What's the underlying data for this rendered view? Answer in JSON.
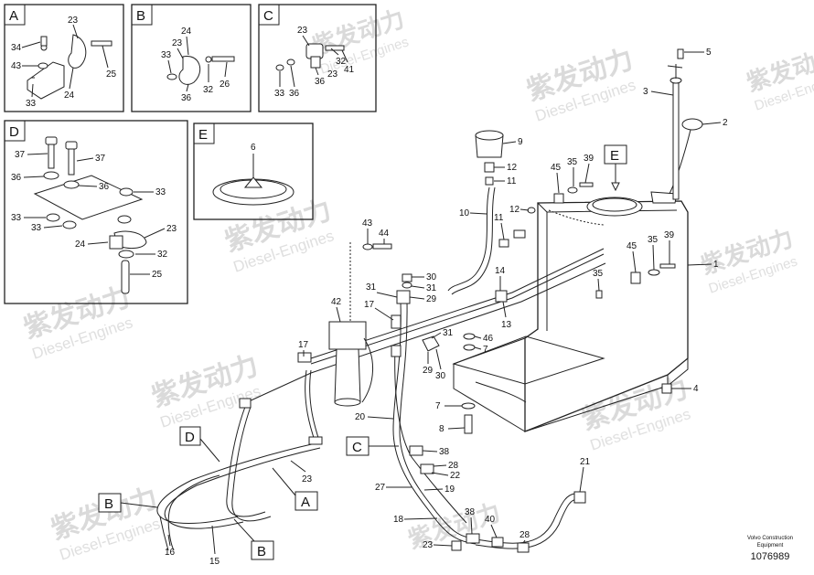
{
  "detail_boxes": [
    {
      "letter": "A",
      "callouts": [
        "23",
        "34",
        "43",
        "33",
        "24",
        "25"
      ]
    },
    {
      "letter": "B",
      "callouts": [
        "24",
        "23",
        "33",
        "36",
        "32",
        "26"
      ]
    },
    {
      "letter": "C",
      "callouts": [
        "23",
        "32",
        "41",
        "33",
        "36",
        "23",
        "36"
      ]
    },
    {
      "letter": "D",
      "callouts": [
        "37",
        "37",
        "36",
        "36",
        "33",
        "33",
        "33",
        "23",
        "24",
        "32",
        "25"
      ]
    },
    {
      "letter": "E",
      "callouts": [
        "6"
      ]
    }
  ],
  "main_callouts": [
    "5",
    "3",
    "2",
    "9",
    "12",
    "11",
    "10",
    "45",
    "35",
    "39",
    "12",
    "11",
    "43",
    "44",
    "1",
    "45",
    "35",
    "39",
    "35",
    "30",
    "31",
    "29",
    "14",
    "42",
    "31",
    "17",
    "13",
    "17",
    "31",
    "46",
    "7",
    "29",
    "30",
    "4",
    "7",
    "8",
    "20",
    "38",
    "28",
    "22",
    "19",
    "27",
    "21",
    "18",
    "38",
    "40",
    "28",
    "23",
    "23",
    "16",
    "15"
  ],
  "ref_letters": [
    "D",
    "B",
    "A",
    "B",
    "C",
    "E"
  ],
  "watermark": {
    "brand_cn": "紫发动力",
    "brand_en": "Diesel-Engines"
  },
  "footer": {
    "line1": "Volvo Construction",
    "line2": "Equipment",
    "number": "1076989"
  }
}
